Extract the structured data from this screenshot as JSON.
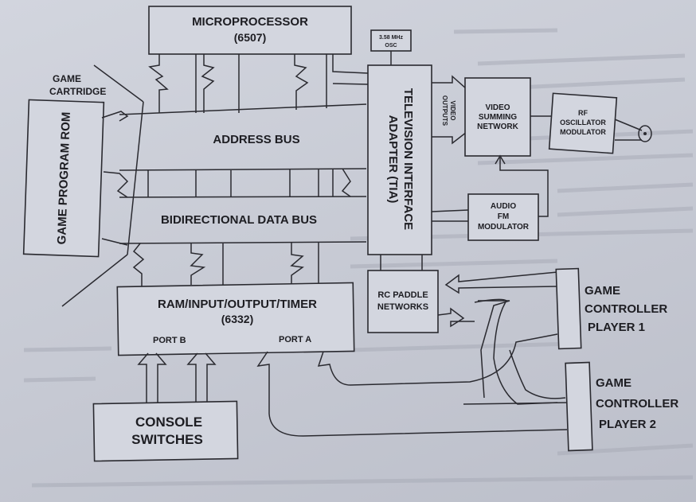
{
  "blocks": {
    "microprocessor": "MICROPROCESSOR",
    "microprocessor_part": "(6507)",
    "oscillator_freq": "3.58 MHz",
    "oscillator_abbr": "OSC",
    "game_cartridge_line1": "GAME",
    "game_cartridge_line2": "CARTRIDGE",
    "game_program_rom": "GAME PROGRAM ROM",
    "address_bus": "ADDRESS BUS",
    "data_bus": "BIDIRECTIONAL DATA BUS",
    "tia_line1": "TELEVISION INTERFACE",
    "tia_line2": "ADAPTER (TIA)",
    "video_outputs_line1": "VIDEO",
    "video_outputs_line2": "OUTPUTS",
    "video_summing_line1": "VIDEO",
    "video_summing_line2": "SUMMING",
    "video_summing_line3": "NETWORK",
    "rf_line1": "RF",
    "rf_line2": "OSCILLATOR",
    "rf_line3": "MODULATOR",
    "audio_line1": "AUDIO",
    "audio_line2": "FM",
    "audio_line3": "MODULATOR",
    "rc_line1": "RC PADDLE",
    "rc_line2": "NETWORKS",
    "riot_line1": "RAM/INPUT/OUTPUT/TIMER",
    "riot_line2": "(6332)",
    "port_b": "PORT B",
    "port_a": "PORT A",
    "console_line1": "CONSOLE",
    "console_line2": "SWITCHES",
    "gc1_line1": "GAME",
    "gc1_line2": "CONTROLLER",
    "gc1_line3": "PLAYER 1",
    "gc2_line1": "GAME",
    "gc2_line2": "CONTROLLER",
    "gc2_line3": "PLAYER 2"
  },
  "colors": {
    "ink": "#2a2a30",
    "paper": "#cfd2db"
  }
}
